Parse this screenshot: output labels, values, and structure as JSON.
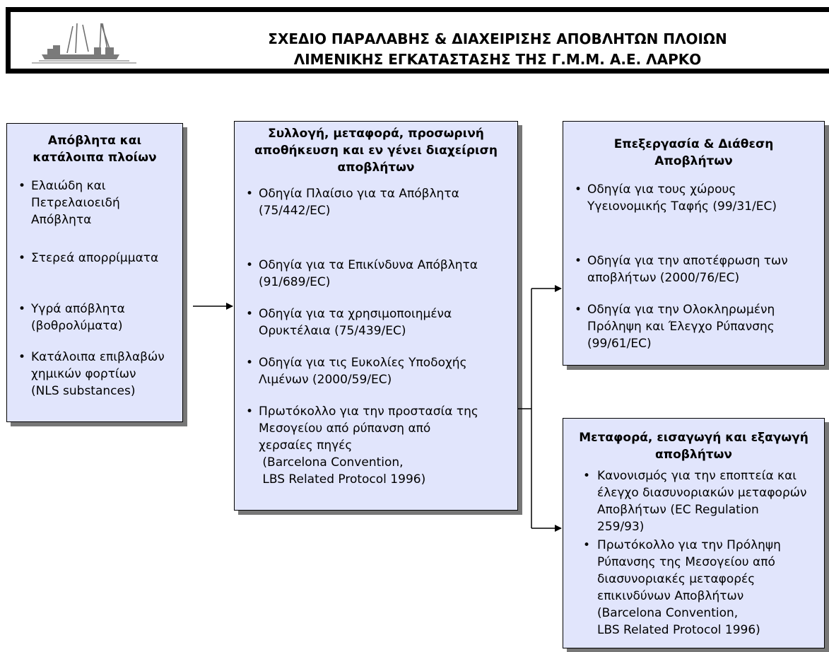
{
  "header": {
    "title_line1": "ΣΧΕΔΙΟ ΠΑΡΑΛΑΒΗΣ & ΔΙΑΧΕΙΡΙΣΗΣ ΑΠΟΒΛΗΤΩΝ ΠΛΟΙΩΝ",
    "title_line2": "ΛΙΜΕΝΙΚΗΣ ΕΓΚΑΤΑΣΤΑΣΗΣ ΤΗΣ  Γ.Μ.Μ. Α.Ε. ΛΑΡΚΟ",
    "logo_icon": "ship-crane-logo-icon"
  },
  "boxes": {
    "left": {
      "title_line1": "Απόβλητα και",
      "title_line2": "κατάλοιπα πλοίων",
      "items": [
        {
          "l1": "Ελαιώδη και",
          "l2": "Πετρελαιοειδή",
          "l3": "Απόβλητα"
        },
        {
          "l1": "Στερεά απορρίμματα"
        },
        {
          "l1": "Υγρά απόβλητα",
          "l2": "(βοθρολύματα)"
        },
        {
          "l1": "Κατάλοιπα επιβλαβών",
          "l2": "χημικών φορτίων",
          "l3": "(NLS substances)"
        }
      ]
    },
    "middle": {
      "title_line1": "Συλλογή, μεταφορά, προσωρινή",
      "title_line2": "αποθήκευση και εν γένει διαχείριση",
      "title_line3": "αποβλήτων",
      "items": [
        {
          "l1": "Οδηγία Πλαίσιο για τα Απόβλητα",
          "l2": "(75/442/EC)"
        },
        {
          "l1": "Οδηγία για τα Επικίνδυνα Απόβλητα",
          "l2": "(91/689/EC)"
        },
        {
          "l1": "Οδηγία για τα χρησιμοποιημένα",
          "l2": "Ορυκτέλαια (75/439/EC)"
        },
        {
          "l1": "Οδηγία για τις Ευκολίες Υποδοχής",
          "l2": "Λιμένων (2000/59/EC)"
        },
        {
          "l1": "Πρωτόκολλο για την προστασία της",
          "l2": "Μεσογείου από ρύπανση από",
          "l3": "χερσαίες πηγές",
          "l4": " (Barcelona Convention,",
          "l5": " LBS Related Protocol 1996)"
        }
      ]
    },
    "right_top": {
      "title_line1": "Επεξεργασία & Διάθεση",
      "title_line2": "Αποβλήτων",
      "items": [
        {
          "l1": "Οδηγία για τους χώρους",
          "l2": "Υγειονομικής Ταφής (99/31/EC)"
        },
        {
          "l1": "Οδηγία για την αποτέφρωση των",
          "l2": "αποβλήτων (2000/76/EC)"
        },
        {
          "l1": "Οδηγία για την Ολοκληρωμένη",
          "l2": "Πρόληψη και Έλεγχο Ρύπανσης",
          "l3": "(99/61/EC)"
        }
      ]
    },
    "right_bottom": {
      "title_line1": "Μεταφορά, εισαγωγή και εξαγωγή",
      "title_line2": "αποβλήτων",
      "items": [
        {
          "l1": "Κανονισμός για την εποπτεία και",
          "l2": "έλεγχο διασυνοριακών μεταφορών",
          "l3": "Αποβλήτων (EC Regulation",
          "l4": "259/93)"
        },
        {
          "l1": "Πρωτόκολλο για την Πρόληψη",
          "l2": "Ρύπανσης της Μεσογείου από",
          "l3": "διασυνοριακές μεταφορές",
          "l4": "επικινδύνων Αποβλήτων",
          "l5": "(Barcelona Convention,",
          "l6": "LBS Related Protocol 1996)"
        }
      ]
    }
  }
}
